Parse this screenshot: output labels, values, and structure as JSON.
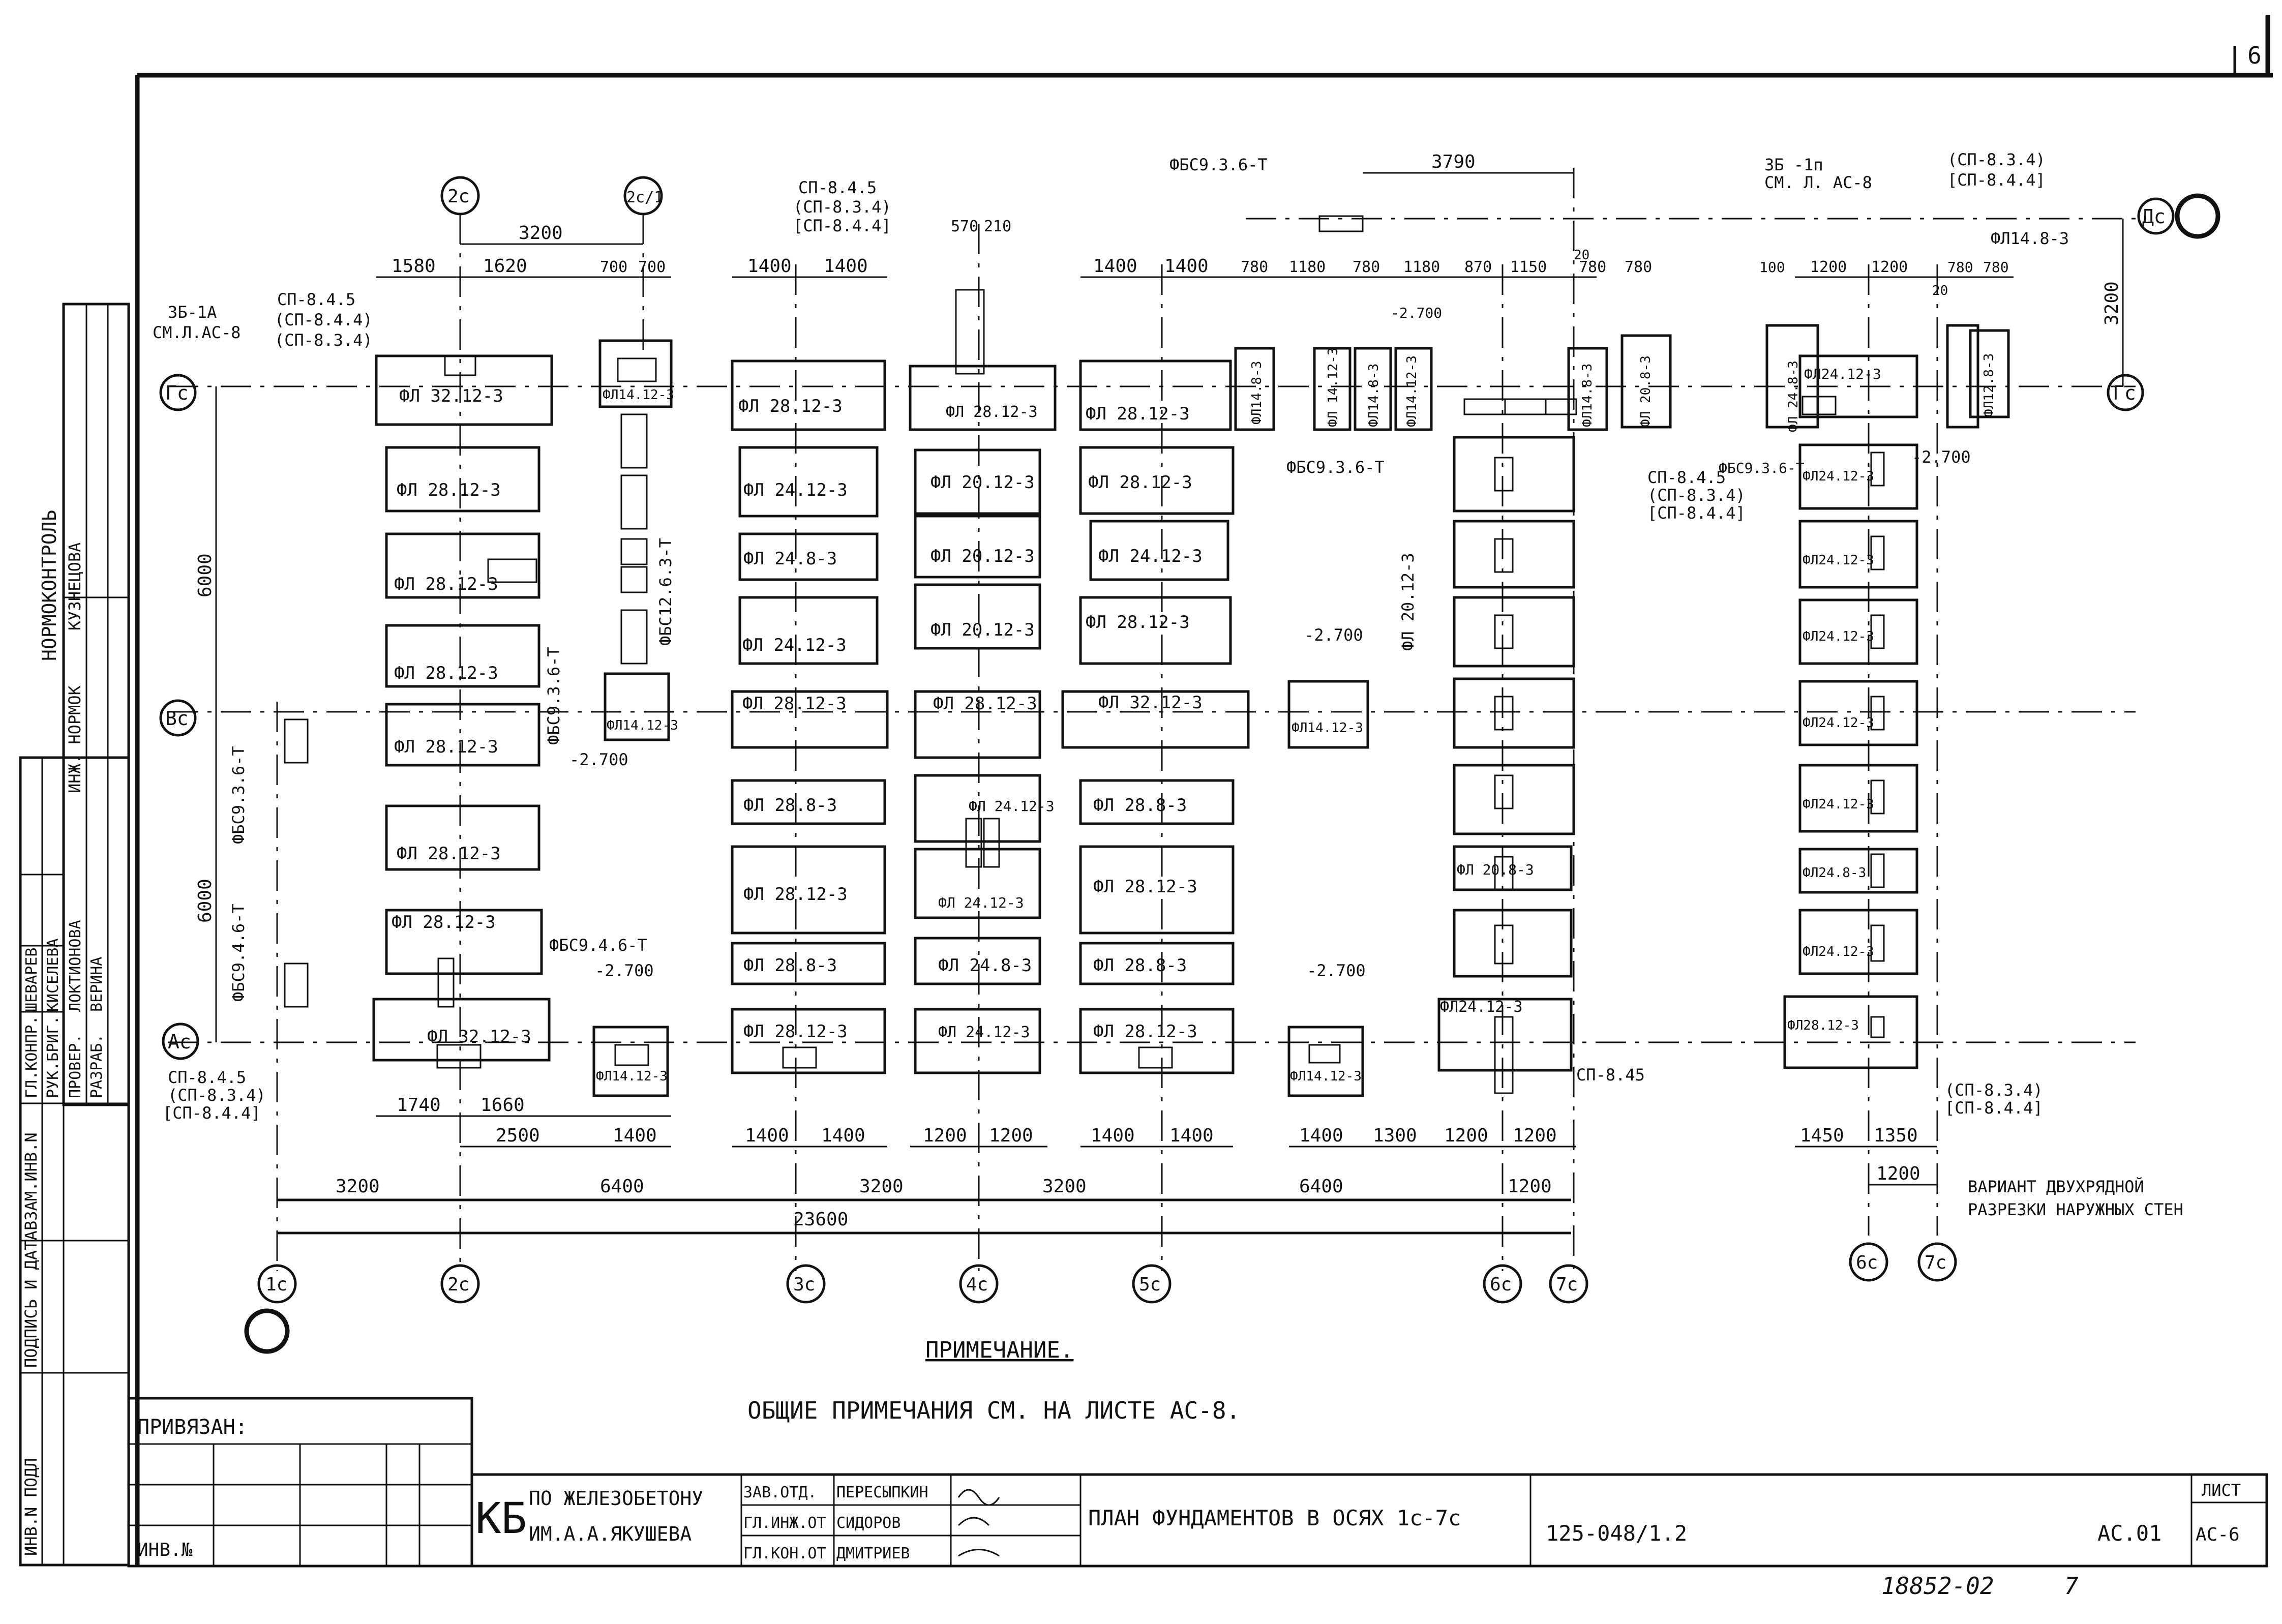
{
  "sheet_number_corner": "6",
  "axes_letters": {
    "as": "Ас",
    "bs": "Вс",
    "gs": "Гс",
    "ds": "Дс"
  },
  "axes_numbers": {
    "a1": "1с",
    "a2": "2с",
    "a2_1": "2с/1",
    "a3": "3с",
    "a4": "4с",
    "a5": "5с",
    "a6": "6с",
    "a7": "7с",
    "a6b": "6с",
    "a7b": "7с"
  },
  "top_dims": {
    "d3200_top": "3200",
    "d1580": "1580",
    "d1620": "1620",
    "d700a": "700",
    "d700b": "700",
    "d1400a": "1400",
    "d1400b": "1400",
    "d570": "570",
    "d210": "210",
    "d1400c": "1400",
    "d1400d": "1400",
    "d780a": "780",
    "d1180a": "1180",
    "d780b": "780",
    "d1180b": "1180",
    "d870": "870",
    "d1150": "1150",
    "d780c": "780",
    "d780d": "780",
    "d3790": "3790",
    "d100": "100",
    "d1200a": "1200",
    "d1200b": "1200",
    "d780e": "780",
    "d780f": "780",
    "d20a": "20",
    "d20b": "20"
  },
  "left_dims": {
    "d6000a": "6000",
    "d6000b": "6000",
    "d3200r": "3200"
  },
  "bottom_dims": {
    "d1740": "1740",
    "d1660": "1660",
    "d2500": "2500",
    "d1400e": "1400",
    "d1400f": "1400",
    "d1400g": "1400",
    "d1200c": "1200",
    "d1200d": "1200",
    "d1400h": "1400",
    "d1400i": "1400",
    "d1400j": "1400",
    "d1300": "1300",
    "d1200e": "1200",
    "d1200f": "1200",
    "d1450": "1450",
    "d1350": "1350",
    "d1200g": "1200",
    "d3200a": "3200",
    "d6400a": "6400",
    "d3200b": "3200",
    "d3200c": "3200",
    "d6400b": "6400",
    "d1200h": "1200",
    "d23600": "23600"
  },
  "labels": {
    "zb1a": "ЗБ-1А",
    "zb1a_ref": "СМ.Л.АС-8",
    "sp845_top": "СП-8.4.5",
    "sp844_top": "(СП-8.4.4)",
    "sp834_top": "(СП-8.3.4)",
    "sp845_mid": "СП-8.4.5",
    "sp834_mid": "(СП-8.3.4)",
    "sp844_mid": "[СП-8.4.4]",
    "fbs936t_top": "ФБС9.3.6-Т",
    "zb1p": "ЗБ -1п",
    "zb1p_ref": "СМ. Л. АС-8",
    "sp834_tr": "(СП-8.3.4)",
    "sp844_tr": "[СП-8.4.4]",
    "fl1483_tr": "ФЛ14.8-3",
    "sp845_bl": "СП-8.4.5",
    "sp834_bl": "(СП-8.3.4)",
    "sp844_bl": "[СП-8.4.4]",
    "sp845_br": "СП-8.45",
    "sp834_br": "(СП-8.3.4)",
    "sp844_br": "[СП-8.4.4]",
    "variant1": "ВАРИАНТ ДВУХРЯДНОЙ",
    "variant2": "РАЗРЕЗКИ НАРУЖНЫХ СТЕН",
    "fbs946t": "ФБС9.4.6-Т",
    "fbs936t_l": "ФБС9.3.6-Т",
    "fbs946t_l": "ФБС9.4.6-Т",
    "fbs1263t": "ФБС12.6.3-Т",
    "fbs936t_c": "ФБС9.3.6-Т",
    "fbs936t_r": "ФБС9.3.6-Т",
    "fbs936t_v": "ФБС9.3.6-Т",
    "fl20123": "ФЛ 20.12-3",
    "mark_2700": "-2.700",
    "mark_2700b": "-2.700",
    "mark_2700c": "-2.700",
    "mark_2700d": "-2.700",
    "mark_2700e": "-2.700",
    "mark_2700f": "-2.700"
  },
  "slabs": {
    "s1": "ФЛ 32.12-3",
    "s2": "ФЛ 28.12-3",
    "s3": "ФЛ 28.12-3",
    "s4": "ФЛ 28.12-3",
    "s5": "ФЛ 28.12-3",
    "s6": "ФЛ 28.12-3",
    "s7": "ФЛ 28.12-3",
    "s8": "ФЛ 32.12-3",
    "s9": "ФЛ14.12-3",
    "s10": "ФЛ14.12-3",
    "s11": "ФЛ14.12-3",
    "c1": "ФЛ 28.12-3",
    "c2": "ФЛ 24.12-3",
    "c3": "ФЛ 24.8-3",
    "c4": "ФЛ 24.12-3",
    "c5": "ФЛ 28.12-3",
    "c6": "ФЛ 28.8-3",
    "c7": "ФЛ 28.12-3",
    "c8": "ФЛ 28.8-3",
    "c9": "ФЛ 28.12-3",
    "m1": "ФЛ 28.12-3",
    "m2": "ФЛ 20.12-3",
    "m3": "ФЛ 20.12-3",
    "m4": "ФЛ 20.12-3",
    "m5": "ФЛ 28.12-3",
    "m6": "ФЛ 24.12-3",
    "m7": "ФЛ 24.12-3",
    "m8": "ФЛ 24.8-3",
    "m9": "ФЛ 24.12-3",
    "r1": "ФЛ 28.12-3",
    "r2": "ФЛ 28.12-3",
    "r3": "ФЛ 24.12-3",
    "r4": "ФЛ 28.12-3",
    "r5": "ФЛ 32.12-3",
    "r6": "ФЛ 28.8-3",
    "r7": "ФЛ 28.12-3",
    "r8": "ФЛ 28.8-3",
    "r9": "ФЛ 28.12-3",
    "r10": "ФЛ14.12-3",
    "v1": "ФЛ14.8-3",
    "v2": "ФЛ 14.12-3",
    "v3": "ФЛ14.8-3",
    "v4": "ФЛ14.12-3",
    "v5": "ФЛ14.8-3",
    "v6": "ФЛ12.8-3",
    "e1": "ФЛ 20.8-3",
    "e2": "ФЛ24.12-3",
    "e3": "ФЛ 24.8-3",
    "e4": "ФЛ24.12-3",
    "e5": "ФЛ24.12-3",
    "e6": "ФЛ24.12-3",
    "e7": "ФЛ24.12-3",
    "e8": "ФЛ24.12-3",
    "e9": "ФЛ24.8-3",
    "e10": "ФЛ24.12-3",
    "e11": "ФЛ28.12-3",
    "e12": "ФЛ 20.8-3",
    "e13": "ФЛ24.12-3"
  },
  "note_title": "ПРИМЕЧАНИЕ.",
  "note_text": "ОБЩИЕ ПРИМЕЧАНИЯ СМ. НА ЛИСТЕ АС-8.",
  "privyazan": "ПРИВЯЗАН:",
  "inv_no": "ИНВ.№",
  "side_stamp": {
    "normokontrol": "НОРМОКОНТРОЛЬ",
    "r1a": "ИНЖ. НОРМОК",
    "r1b": "КУЗНЕЦОВА",
    "r2a": "ГЛ.КОНПР.",
    "r2b": "ШЕВАРЕВ",
    "r3a": "РУК.БРИГ.",
    "r3b": "КИСЕЛЕВА",
    "r4a": "ПРОВЕР.",
    "r4b": "ЛОКТИОНОВА",
    "r5a": "РАЗРАБ.",
    "r5b": "ВЕРИНА",
    "c1": "ВЗАМ.ИНВ.N",
    "c2": "ПОДПИСЬ И ДАТА",
    "c3": "ИНВ.N ПОДЛ"
  },
  "title_block": {
    "org_kb": "КБ",
    "org1": "ПО ЖЕЛЕЗОБЕТОНУ",
    "org2": "ИМ.А.А.ЯКУШЕВА",
    "p1a": "ЗАВ.ОТД.",
    "p1b": "ПЕРЕСЫПКИН",
    "p2a": "ГЛ.ИНЖ.ОТ",
    "p2b": "СИДОРОВ",
    "p3a": "ГЛ.КОН.ОТ",
    "p3b": "ДМИТРИЕВ",
    "title": "ПЛАН ФУНДАМЕНТОВ В ОСЯХ 1с-7с",
    "code": "125-048/1.2",
    "sheet_code": "АС.01",
    "list_label": "ЛИСТ",
    "list_value": "АС-6"
  },
  "archive_no": "18852-02",
  "archive_no2": "7"
}
